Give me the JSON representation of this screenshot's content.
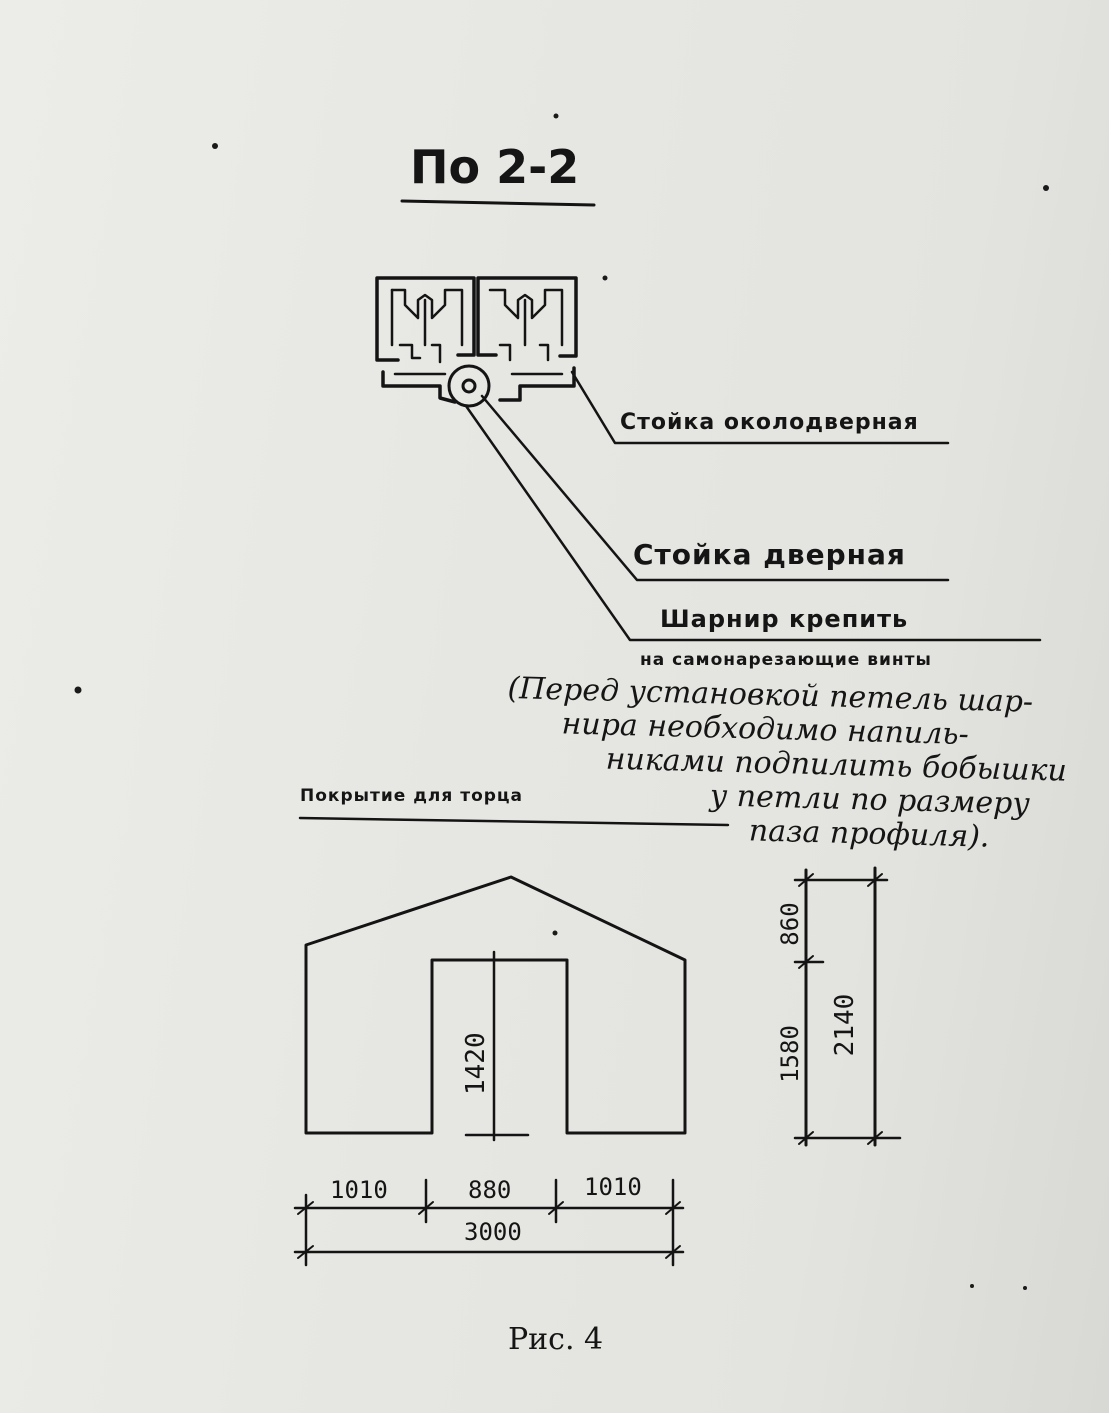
{
  "title": "По 2-2",
  "labels": {
    "jamb_post": "Стойка околодверная",
    "door_post": "Стойка дверная",
    "hinge_line1": "Шарнир крепить",
    "hinge_line2": "на самонарезающие винты"
  },
  "note": {
    "line1": "(Перед установкой петель шар-",
    "line2": "нира необходимо напиль-",
    "line3": "никами подпилить бобышки",
    "line4": "у петли по размеру",
    "line5": "паза профиля)."
  },
  "end_cover_title": "Покрытие для торца",
  "dimensions": {
    "left_width": "1010",
    "door_width": "880",
    "right_width": "1010",
    "total_width": "3000",
    "door_height": "1420",
    "upper_height": "860",
    "lower_height": "1580",
    "full_height": "2140"
  },
  "caption": "Рис. 4",
  "colors": {
    "ink": "#141414",
    "paper": "#e9e9e6"
  }
}
